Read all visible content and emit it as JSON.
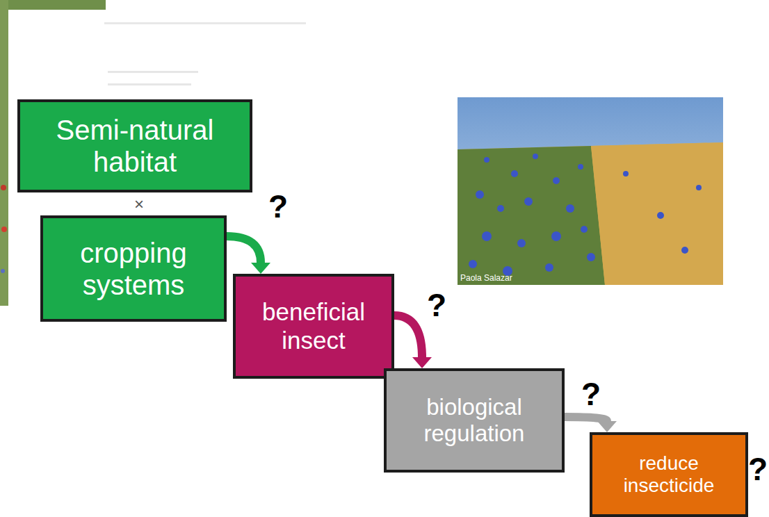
{
  "diagram": {
    "nodes": [
      {
        "text": [
          "Semi-natural habitat"
        ]
      },
      {
        "text": [
          "cropping systems"
        ]
      },
      {
        "text": [
          "beneficial insect"
        ]
      },
      {
        "text": [
          "biological regulation"
        ]
      },
      {
        "text": [
          "reduce insecticide"
        ]
      }
    ],
    "edges": [
      {
        "from": 1,
        "to": 2,
        "arrow": "to"
      },
      {
        "from": 2,
        "to": 3,
        "arrow": "to"
      },
      {
        "from": 3,
        "to": 4,
        "arrow": "to"
      }
    ],
    "labels": [
      "×",
      "?",
      "?",
      "?",
      "?",
      "Paola Salazar"
    ]
  }
}
